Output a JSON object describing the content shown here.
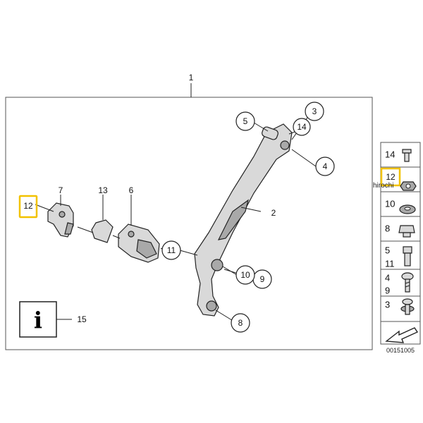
{
  "diagram": {
    "assembly_number": "1",
    "drawing_number": "00151005",
    "watermark": "hirochi",
    "callouts": [
      {
        "id": "c2",
        "label": "2"
      },
      {
        "id": "c3",
        "label": "3"
      },
      {
        "id": "c4",
        "label": "4"
      },
      {
        "id": "c5",
        "label": "5"
      },
      {
        "id": "c6",
        "label": "6"
      },
      {
        "id": "c7",
        "label": "7"
      },
      {
        "id": "c8",
        "label": "8"
      },
      {
        "id": "c9",
        "label": "9"
      },
      {
        "id": "c10",
        "label": "10"
      },
      {
        "id": "c11",
        "label": "11"
      },
      {
        "id": "c12",
        "label": "12"
      },
      {
        "id": "c13",
        "label": "13"
      },
      {
        "id": "c14",
        "label": "14"
      },
      {
        "id": "c15",
        "label": "15"
      }
    ],
    "info_icon": "info-icon",
    "highlight_color": "#f2c200"
  },
  "sidebar": {
    "items": [
      {
        "labels": [
          "14"
        ]
      },
      {
        "labels": [
          "12"
        ]
      },
      {
        "labels": [
          "10"
        ]
      },
      {
        "labels": [
          "8"
        ]
      },
      {
        "labels": [
          "5",
          "11"
        ]
      },
      {
        "labels": [
          "4",
          "9"
        ]
      },
      {
        "labels": [
          "3"
        ]
      }
    ],
    "arrow_icon": "page-arrow-icon"
  }
}
